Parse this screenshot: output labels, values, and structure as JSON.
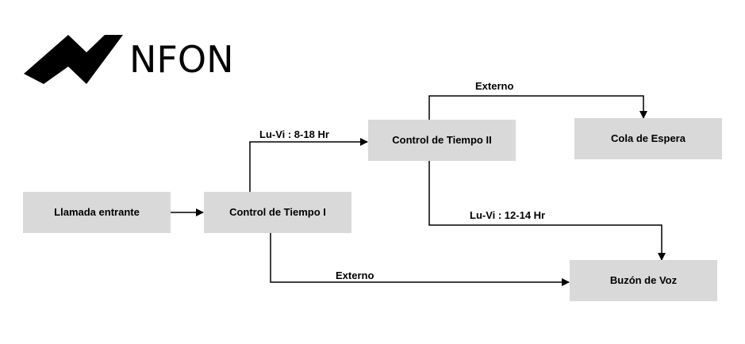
{
  "logo": {
    "text": "NFON",
    "color": "#000000"
  },
  "colors": {
    "node_fill": "#d9d9d9",
    "text": "#000000",
    "line": "#000000"
  },
  "nodes": {
    "incoming": "Llamada entrante",
    "time_control_1": "Control de Tiempo I",
    "time_control_2": "Control de Tiempo II",
    "queue": "Cola de Espera",
    "voicemail": "Buzón de Voz"
  },
  "edges": {
    "tc1_to_tc2": "Lu-Vi : 8-18 Hr",
    "tc1_to_voicemail": "Externo",
    "tc2_to_queue": "Externo",
    "tc2_to_voicemail": "Lu-Vi : 12-14 Hr"
  }
}
